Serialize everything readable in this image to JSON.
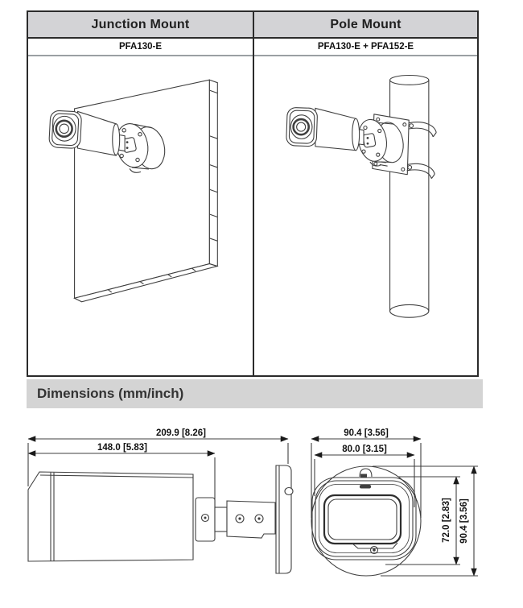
{
  "mount_table": {
    "columns": [
      {
        "header": "Junction Mount",
        "model": "PFA130-E"
      },
      {
        "header": "Pole Mount",
        "model": "PFA130-E + PFA152-E"
      }
    ]
  },
  "section_header": {
    "title": "Dimensions (mm/inch)"
  },
  "dimension_drawings": {
    "side_view": {
      "overall_length": "209.9 [8.26]",
      "body_length": "148.0 [5.83]"
    },
    "front_view": {
      "outer_width": "90.4 [3.56]",
      "inner_width": "80.0 [3.15]",
      "inner_height": "72.0 [2.83]",
      "outer_height": "90.4 [3.56]"
    }
  },
  "colors": {
    "header_bg": "#d3d3d6",
    "section_bg": "#d4d4d4",
    "table_border": "#2b2b2b",
    "drawing_line": "#3f3f3f"
  }
}
